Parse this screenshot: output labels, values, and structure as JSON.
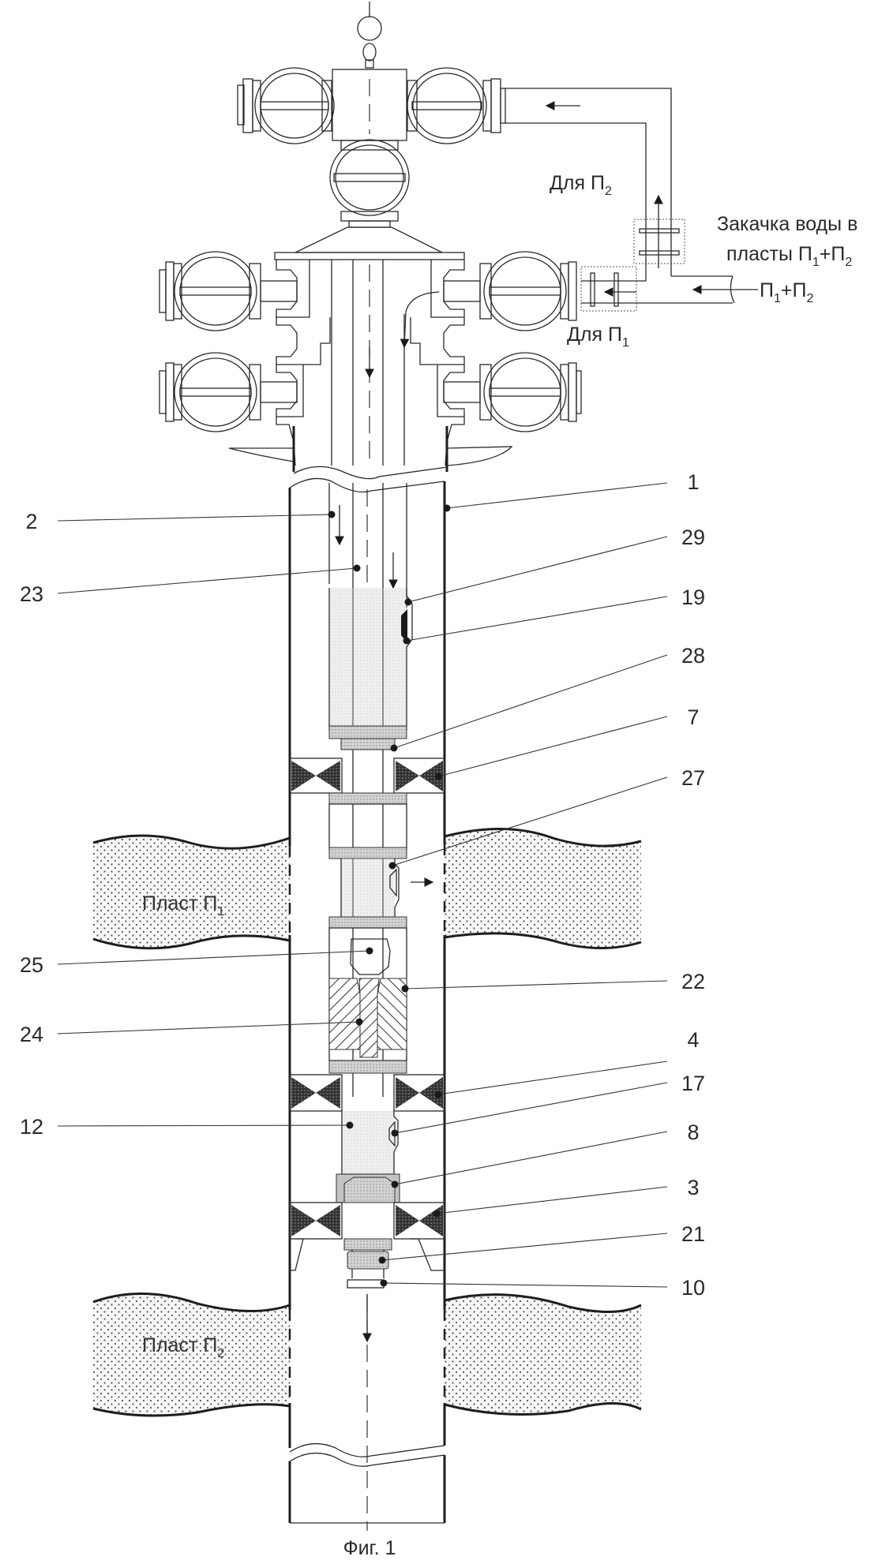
{
  "figure": {
    "caption": "Фиг. 1"
  },
  "annotations": {
    "for_p2": {
      "text": "Для П",
      "sub": "2"
    },
    "for_p1": {
      "text": "Для П",
      "sub": "1"
    },
    "injection_line1": "Закачка воды в",
    "injection_line2": {
      "text": "пласты П",
      "sub1": "1",
      "mid": "+П",
      "sub2": "2"
    },
    "inflow": {
      "text": "П",
      "sub1": "1",
      "mid": "+П",
      "sub2": "2"
    }
  },
  "formations": {
    "p1": {
      "text": "Пласт П",
      "sub": "1"
    },
    "p2": {
      "text": "Пласт П",
      "sub": "2"
    }
  },
  "callouts": {
    "left": [
      {
        "id": "2",
        "label": "2"
      },
      {
        "id": "23",
        "label": "23"
      },
      {
        "id": "25",
        "label": "25"
      },
      {
        "id": "24",
        "label": "24"
      },
      {
        "id": "12",
        "label": "12"
      }
    ],
    "right": [
      {
        "id": "1",
        "label": "1"
      },
      {
        "id": "29",
        "label": "29"
      },
      {
        "id": "19",
        "label": "19"
      },
      {
        "id": "28",
        "label": "28"
      },
      {
        "id": "7",
        "label": "7"
      },
      {
        "id": "27",
        "label": "27"
      },
      {
        "id": "22",
        "label": "22"
      },
      {
        "id": "4",
        "label": "4"
      },
      {
        "id": "17",
        "label": "17"
      },
      {
        "id": "8",
        "label": "8"
      },
      {
        "id": "3",
        "label": "3"
      },
      {
        "id": "21",
        "label": "21"
      },
      {
        "id": "10",
        "label": "10"
      }
    ]
  },
  "colors": {
    "line": "#2a2a2a",
    "formation_fill": "#f2f2f2",
    "packer_fill": "#3a3a3a",
    "coupling_fill": "#c8c8c8",
    "tool_fill": "#e6e6e6"
  }
}
